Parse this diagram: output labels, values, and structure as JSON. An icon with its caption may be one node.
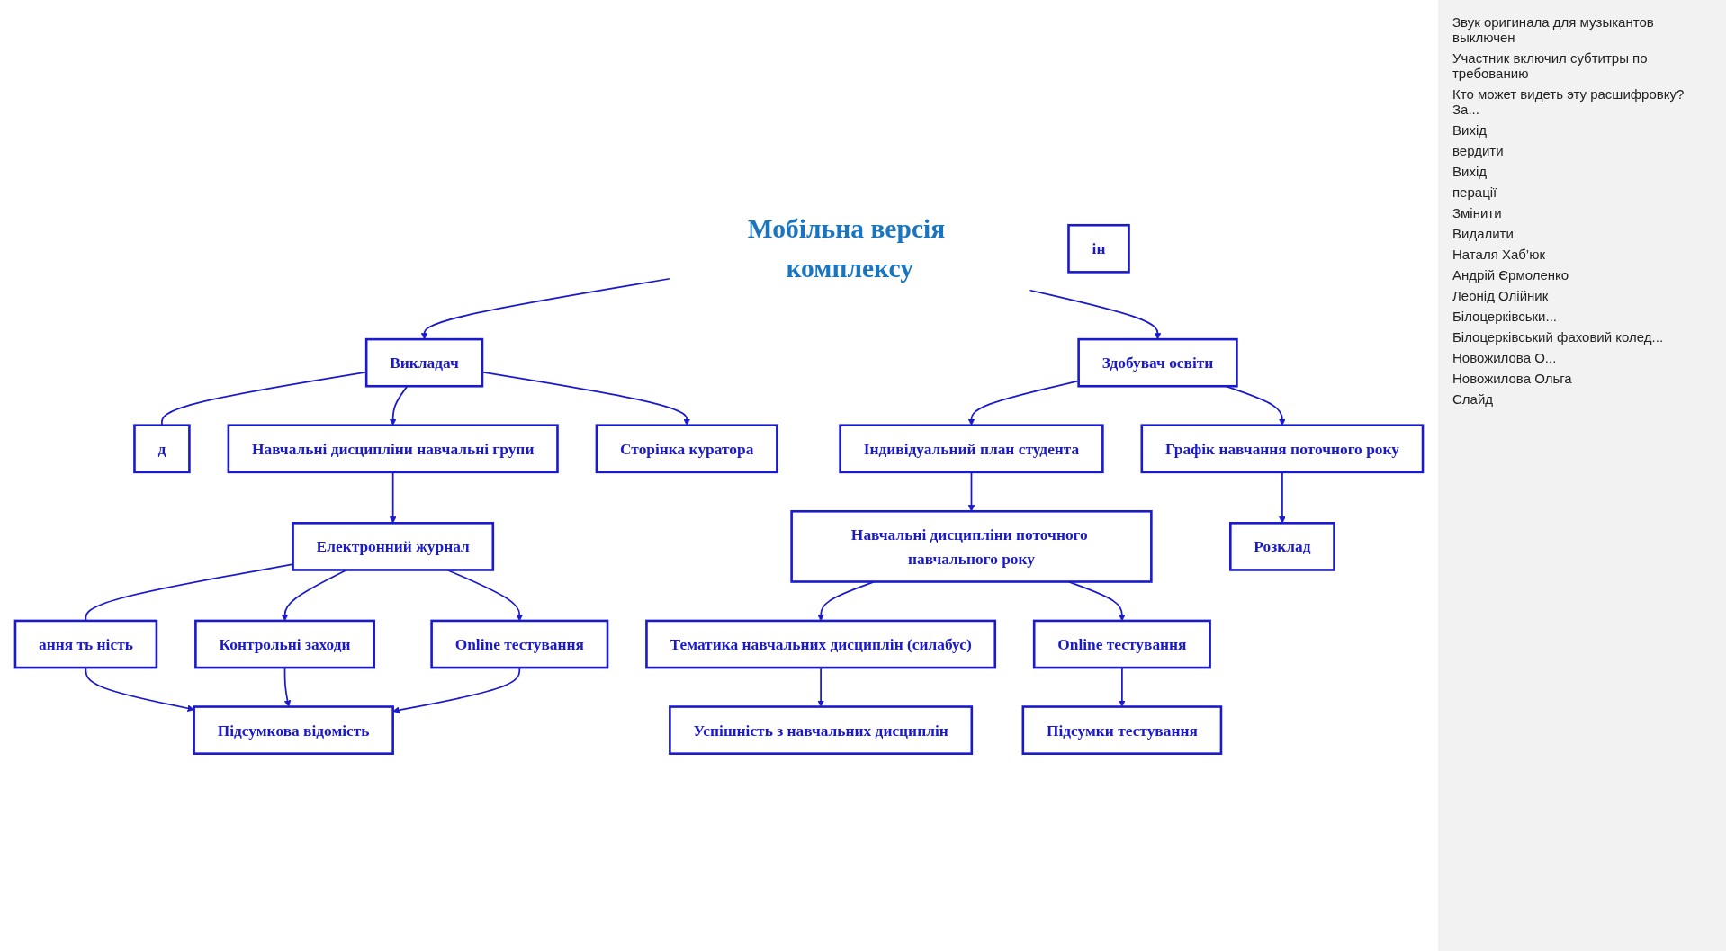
{
  "diagram": {
    "nodes": [
      {
        "text": [
          "Мобільна версія комплексу"
        ]
      },
      {
        "text": [
          "Викладач"
        ]
      },
      {
        "text": [
          "Здобувач освіти"
        ]
      },
      {
        "text": [
          "д"
        ]
      },
      {
        "text": [
          "Навчальні дисципліни навчальні групи"
        ]
      },
      {
        "text": [
          "Сторінка куратора"
        ]
      },
      {
        "text": [
          "ін"
        ]
      },
      {
        "text": [
          "Електронний журнал"
        ]
      },
      {
        "text": [
          "ання ть ність"
        ]
      },
      {
        "text": [
          "Контрольні заходи"
        ]
      },
      {
        "text": [
          "Online тестування"
        ]
      },
      {
        "text": [
          "Підсумкова відомість"
        ]
      },
      {
        "text": [
          "Індивідуальний план студента"
        ]
      },
      {
        "text": [
          "Графік навчання поточного року"
        ]
      },
      {
        "text": [
          "Навчальні дисципліни поточного навчального року"
        ]
      },
      {
        "text": [
          "Розклад"
        ]
      },
      {
        "text": [
          "Тематика навчальних дисциплін (силабус)"
        ]
      },
      {
        "text": [
          "Online тестування"
        ]
      },
      {
        "text": [
          "Успішність з навчальних дисциплін"
        ]
      },
      {
        "text": [
          "Підсумки тестування"
        ]
      }
    ],
    "edges": [
      {
        "from": 0,
        "to": 1,
        "arrow": "to"
      },
      {
        "from": 0,
        "to": 2,
        "arrow": "to"
      },
      {
        "from": 1,
        "to": 3,
        "arrow": "none"
      },
      {
        "from": 1,
        "to": 4,
        "arrow": "to"
      },
      {
        "from": 1,
        "to": 5,
        "arrow": "to"
      },
      {
        "from": 4,
        "to": 7,
        "arrow": "to"
      },
      {
        "from": 7,
        "to": 8,
        "arrow": "none"
      },
      {
        "from": 7,
        "to": 9,
        "arrow": "to"
      },
      {
        "from": 7,
        "to": 10,
        "arrow": "to"
      },
      {
        "from": 8,
        "to": 11,
        "arrow": "to"
      },
      {
        "from": 9,
        "to": 11,
        "arrow": "to"
      },
      {
        "from": 10,
        "to": 11,
        "arrow": "to"
      },
      {
        "from": 2,
        "to": 12,
        "arrow": "to"
      },
      {
        "from": 2,
        "to": 13,
        "arrow": "to"
      },
      {
        "from": 12,
        "to": 14,
        "arrow": "to"
      },
      {
        "from": 13,
        "to": 15,
        "arrow": "to"
      },
      {
        "from": 14,
        "to": 16,
        "arrow": "to"
      },
      {
        "from": 14,
        "to": 17,
        "arrow": "to"
      },
      {
        "from": 16,
        "to": 18,
        "arrow": "to"
      },
      {
        "from": 17,
        "to": 19,
        "arrow": "to"
      }
    ],
    "labels": [
      "Звук оригинала для музыкантов выключен",
      "Участник включил субтитры по требованию",
      "Кто может видеть эту расшифровку? За...",
      "Вихід",
      "вердити",
      "Вихід",
      "перації",
      "Змінити",
      "Видалити",
      "Наталя Хаб’юк",
      "Андрій Єрмоленко",
      "Леонід Олійник",
      "Білоцерківськи...",
      "Білоцерківський фаховий колед...",
      "Новожилова О...",
      "Новожилова Ольга",
      "Слайд"
    ]
  }
}
